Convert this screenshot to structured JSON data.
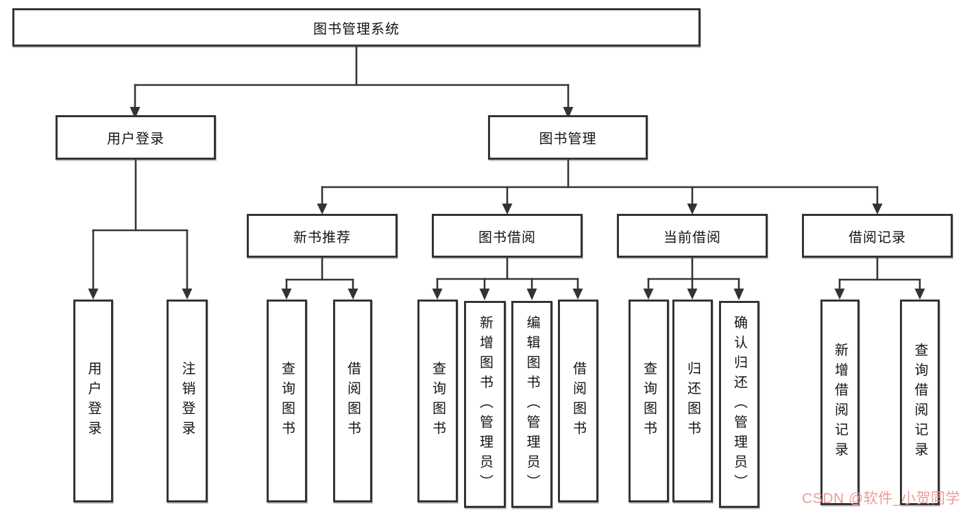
{
  "diagram": {
    "title": "图书管理系统",
    "branches": [
      {
        "label": "用户登录",
        "children": [
          {
            "label": "用户登录"
          },
          {
            "label": "注销登录"
          }
        ]
      },
      {
        "label": "图书管理",
        "children": [
          {
            "label": "新书推荐",
            "children": [
              {
                "label": "查询图书"
              },
              {
                "label": "借阅图书"
              }
            ]
          },
          {
            "label": "图书借阅",
            "children": [
              {
                "label": "查询图书"
              },
              {
                "label": "新增图书（管理员）"
              },
              {
                "label": "编辑图书（管理员）"
              },
              {
                "label": "借阅图书"
              }
            ]
          },
          {
            "label": "当前借阅",
            "children": [
              {
                "label": "查询图书"
              },
              {
                "label": "归还图书"
              },
              {
                "label": "确认归还（管理员）"
              }
            ]
          },
          {
            "label": "借阅记录",
            "children": [
              {
                "label": "新增借阅记录"
              },
              {
                "label": "查询借阅记录"
              }
            ]
          }
        ]
      }
    ]
  },
  "watermark": {
    "text": "CSDN @软件_小贺同学"
  },
  "colors": {
    "line": "#333333",
    "border": "#333333",
    "text": "#141414",
    "background": "#ffffff",
    "watermark": "#ee9a9a"
  }
}
